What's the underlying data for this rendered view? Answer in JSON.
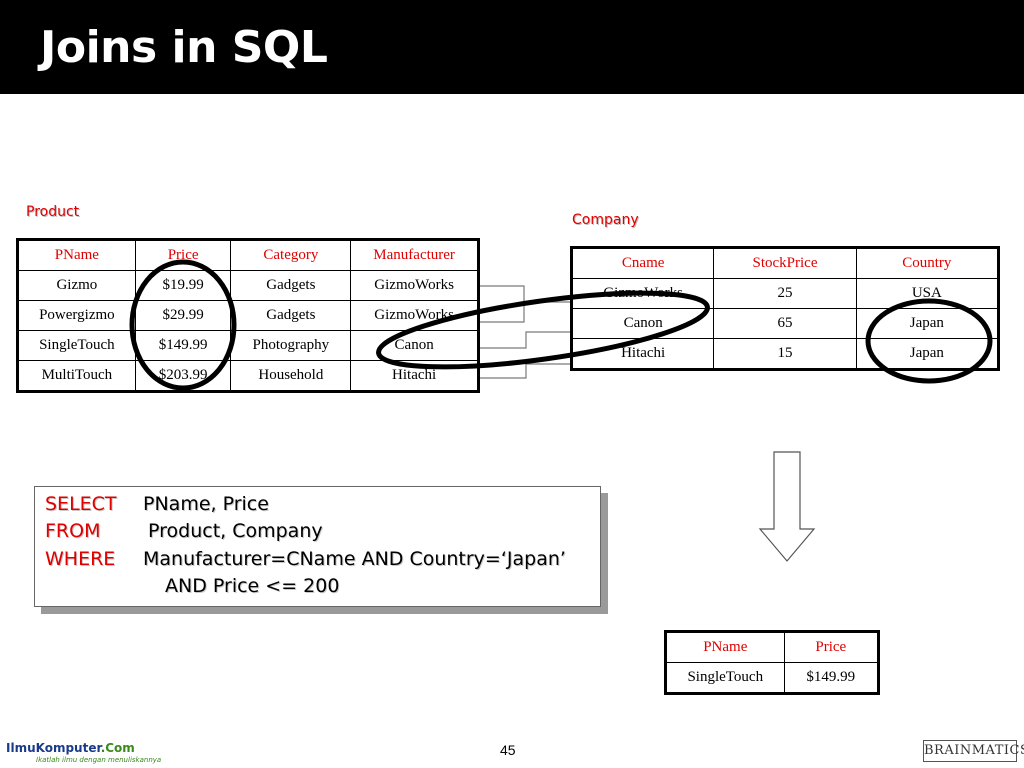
{
  "slide": {
    "title": "Joins in SQL",
    "page_number": "45"
  },
  "product": {
    "caption": "Product",
    "headers": [
      "PName",
      "Price",
      "Category",
      "Manufacturer"
    ],
    "rows": [
      [
        "Gizmo",
        "$19.99",
        "Gadgets",
        "GizmoWorks"
      ],
      [
        "Powergizmo",
        "$29.99",
        "Gadgets",
        "GizmoWorks"
      ],
      [
        "SingleTouch",
        "$149.99",
        "Photography",
        "Canon"
      ],
      [
        "MultiTouch",
        "$203.99",
        "Household",
        "Hitachi"
      ]
    ]
  },
  "company": {
    "caption": "Company",
    "headers": [
      "Cname",
      "StockPrice",
      "Country"
    ],
    "rows": [
      [
        "GizmoWorks",
        "25",
        "USA"
      ],
      [
        "Canon",
        "65",
        "Japan"
      ],
      [
        "Hitachi",
        "15",
        "Japan"
      ]
    ]
  },
  "query": {
    "select_kw": "SELECT",
    "select_text": "PName, Price",
    "from_kw": "FROM",
    "from_text": "Product, Company",
    "where_kw": "WHERE",
    "where_text": "Manufacturer=CName AND Country=‘Japan’",
    "and_text": "AND Price <= 200"
  },
  "result": {
    "headers": [
      "PName",
      "Price"
    ],
    "rows": [
      [
        "SingleTouch",
        "$149.99"
      ]
    ]
  },
  "footer": {
    "left_logo_main": "IlmuKomputer",
    "left_logo_dot": ".Com",
    "left_logo_tagline": "Ikatlah ilmu dengan menuliskannya",
    "right_logo": "BRAINMATICS"
  },
  "colors": {
    "keyword": "#e00000",
    "title_bar": "#000000",
    "header_text": "#e00000"
  }
}
